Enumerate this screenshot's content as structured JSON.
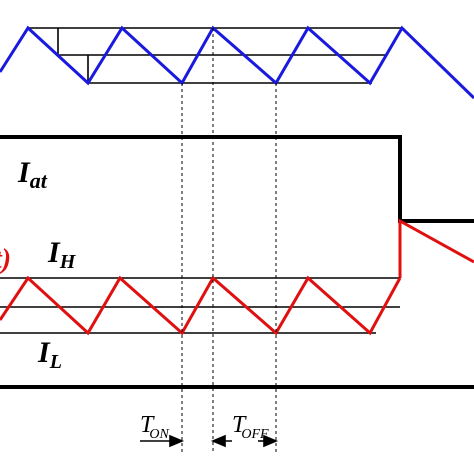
{
  "labels": {
    "i_at": "I",
    "i_at_sub": "at",
    "i_h": "I",
    "i_h_sub": "H",
    "i_l": "I",
    "i_l_sub": "L",
    "partial_label": "t)",
    "t_on": "T",
    "t_on_sub": "ON",
    "t_off": "T",
    "t_off_sub": "OFF"
  },
  "colors": {
    "blue_waveform": "#1a1adf",
    "red_waveform": "#e01010",
    "lines": "#000000",
    "background": "#ffffff"
  },
  "icons": {
    "t_on_arrows": "double-arrow",
    "t_off_arrows": "double-arrow"
  }
}
